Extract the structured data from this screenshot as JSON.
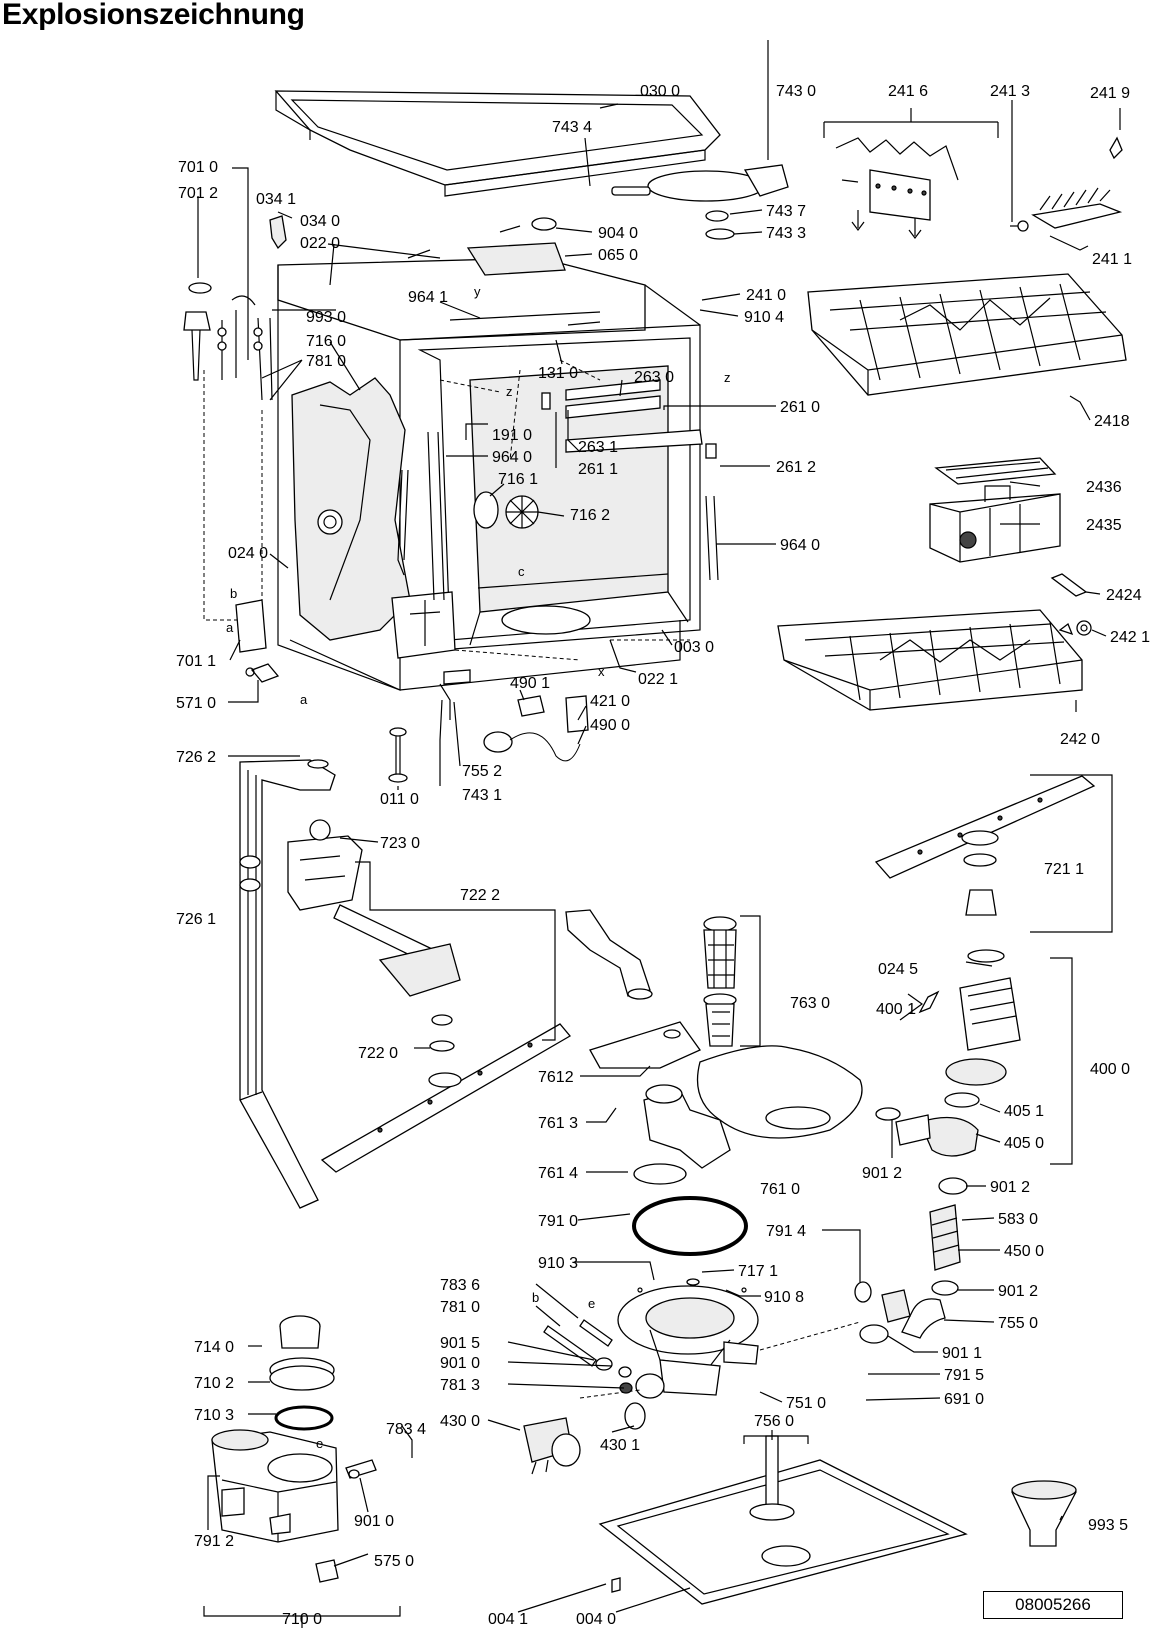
{
  "title": "Explosionszeichnung",
  "document_number": "08005266",
  "labels": {
    "l0300": "030 0",
    "l7430": "743 0",
    "l2416": "241 6",
    "l2413": "241 3",
    "l2419": "241 9",
    "l7434": "743 4",
    "l7010": "701 0",
    "l7012": "701 2",
    "l0341": "034 1",
    "l0340": "034 0",
    "l0220": "022 0",
    "l9040": "904 0",
    "l0650": "065 0",
    "l7437": "743 7",
    "l7433": "743 3",
    "l2411": "241 1",
    "l9641": "964 1",
    "l2410": "241 0",
    "l9104": "910 4",
    "l9930": "993 0",
    "l7160": "716 0",
    "l7810a": "781 0",
    "l1310": "131 0",
    "l2630": "263 0",
    "l2610": "261 0",
    "l2418": "2418",
    "l1910": "191 0",
    "l2631": "263 1",
    "l9640a": "964 0",
    "l2611": "261 1",
    "l2612": "261 2",
    "l7161": "716 1",
    "l2436": "2436",
    "l7162": "716 2",
    "l2435": "2435",
    "l0240": "024 0",
    "l9640b": "964 0",
    "l2424": "2424",
    "l2421": "242 1",
    "l7011": "701 1",
    "l0030": "003 0",
    "l4901": "490 1",
    "l5710": "571 0",
    "l0221": "022 1",
    "l4210": "421 0",
    "l4900": "490 0",
    "l2420": "242 0",
    "l7262": "726 2",
    "l7552": "755 2",
    "l0110": "011 0",
    "l7431": "743 1",
    "l7230": "723 0",
    "l7211": "721 1",
    "l7222": "722 2",
    "l7261": "726 1",
    "l0245": "024 5",
    "l7630": "763 0",
    "l4001": "400 1",
    "l7220": "722 0",
    "l7612": "7612",
    "l4000": "400 0",
    "l4051": "405 1",
    "l7613": "761 3",
    "l4050": "405 0",
    "l7614": "761 4",
    "l9012a": "901 2",
    "l7610": "761 0",
    "l9012b": "901 2",
    "l7910": "791 0",
    "l5830": "583 0",
    "l7914": "791 4",
    "l4500": "450 0",
    "l9103": "910 3",
    "l7836": "783 6",
    "l7171": "717 1",
    "l9108": "910 8",
    "l7810b": "781 0",
    "l9012c": "901 2",
    "l7550": "755 0",
    "l9015": "901 5",
    "l9011": "901 1",
    "l9010a": "901 0",
    "l7140": "714 0",
    "l7813": "781 3",
    "l7915": "791 5",
    "l7102": "710 2",
    "l7510": "751 0",
    "l6910": "691 0",
    "l7103": "710 3",
    "l7834": "783 4",
    "l4300": "430 0",
    "l4301": "430 1",
    "l7560": "756 0",
    "l9935": "993 5",
    "l9010b": "901 0",
    "l7912": "791 2",
    "l5750": "575 0",
    "l7100": "710 0",
    "l0041": "004 1",
    "l0040": "004 0"
  },
  "markers": {
    "z1": "z",
    "z2": "z",
    "b1": "b",
    "a1": "a",
    "a2": "a",
    "c1": "c",
    "x1": "x",
    "b2": "b",
    "e1": "e",
    "e2": "e",
    "y1": "y"
  }
}
